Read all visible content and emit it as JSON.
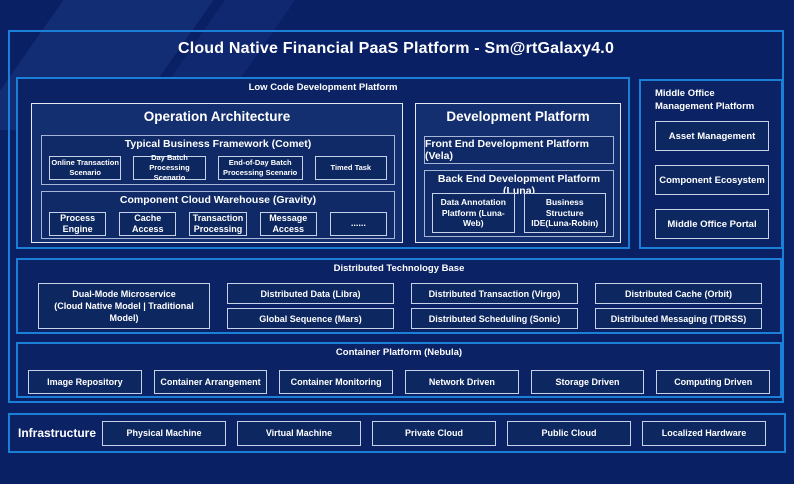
{
  "title": "Cloud Native Financial PaaS Platform - Sm@rtGalaxy4.0",
  "colors": {
    "page_bg": "#0A2065",
    "accent_border": "#1B7FD8",
    "section_fill": "#0B2264",
    "panel_fill": "#142F70",
    "panel_border": "#E2E8F4",
    "group_fill": "#0F2A67",
    "group_border": "#A7B6D6",
    "leaf_fill": "#0D2760",
    "leaf_border": "#C7D2E8",
    "text": "#FFFFFF"
  },
  "low_code": {
    "label": "Low Code Development Platform",
    "operation_architecture": {
      "title": "Operation Architecture",
      "typical_business": {
        "label": "Typical Business Framework (Comet)",
        "items": [
          "Online Transaction Scenario",
          "Day Batch Processing Scenario",
          "End-of-Day Batch Processing Scenario",
          "Timed Task"
        ]
      },
      "component_cloud": {
        "label": "Component Cloud Warehouse (Gravity)",
        "items": [
          "Process Engine",
          "Cache Access",
          "Transaction Processing",
          "Message Access",
          "......"
        ]
      }
    },
    "development_platform": {
      "title": "Development Platform",
      "front_end": "Front End Development Platform (Vela)",
      "back_end": {
        "label": "Back End Development Platform (Luna)",
        "items": [
          "Data Annotation Platform (Luna-Web)",
          "Business Structure IDE(Luna-Robin)"
        ]
      }
    }
  },
  "middle_office": {
    "label": "Middle Office Management Platform",
    "items": [
      "Asset Management",
      "Component Ecosystem",
      "Middle Office Portal"
    ]
  },
  "distributed": {
    "label": "Distributed Technology Base",
    "dual_mode": {
      "line1": "Dual-Mode Microservice",
      "line2": "(Cloud Native Model | Traditional Model)"
    },
    "rows": [
      [
        "Distributed Data (Libra)",
        "Distributed Transaction (Virgo)",
        "Distributed Cache (Orbit)"
      ],
      [
        "Global Sequence (Mars)",
        "Distributed Scheduling (Sonic)",
        "Distributed Messaging (TDRSS)"
      ]
    ]
  },
  "container_platform": {
    "label": "Container Platform (Nebula)",
    "items": [
      "Image Repository",
      "Container Arrangement",
      "Container Monitoring",
      "Network Driven",
      "Storage Driven",
      "Computing Driven"
    ]
  },
  "infrastructure": {
    "label": "Infrastructure",
    "items": [
      "Physical Machine",
      "Virtual Machine",
      "Private Cloud",
      "Public Cloud",
      "Localized Hardware"
    ]
  }
}
